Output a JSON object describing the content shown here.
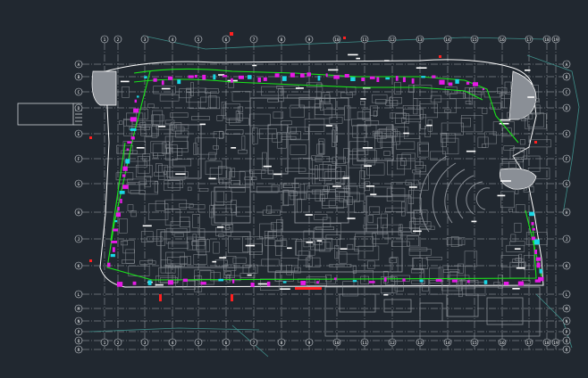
{
  "window": {
    "background": "#212830"
  },
  "colors": {
    "grid": "#cfd3d8",
    "building": "#8a8f96",
    "green": "#19e619",
    "magenta": "#e619e6",
    "cyan": "#19d8e6",
    "white": "#ffffff",
    "red": "#ff2020",
    "teal": "#3f8f8a"
  },
  "axes": {
    "top": [
      "1",
      "2",
      "3",
      "4",
      "5",
      "6",
      "7",
      "8",
      "9",
      "10",
      "11",
      "12",
      "13",
      "14",
      "15",
      "16",
      "17",
      "18",
      "19"
    ],
    "left": [
      "A",
      "B",
      "C",
      "D",
      "E",
      "F",
      "G",
      "H",
      "J",
      "K",
      "L",
      "M",
      "N",
      "P",
      "Q",
      "R"
    ]
  }
}
